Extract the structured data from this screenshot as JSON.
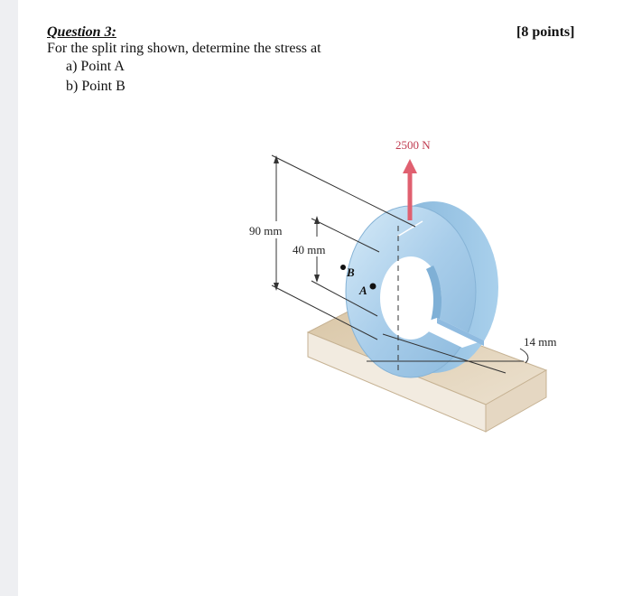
{
  "question": {
    "title": "Question 3:",
    "points": "[8 points]",
    "prompt": "For the split ring shown, determine the stress at",
    "items": [
      "a)  Point A",
      "b)  Point B"
    ]
  },
  "figure": {
    "force_label": "2500 N",
    "outer_dim_label": "90 mm",
    "inner_dim_label": "40 mm",
    "thickness_label": "14 mm",
    "point_a_label": "A",
    "point_b_label": "B"
  },
  "colors": {
    "ring": "#a8cdea",
    "base": "#e2d4bd",
    "force_arrow": "#e06070"
  }
}
